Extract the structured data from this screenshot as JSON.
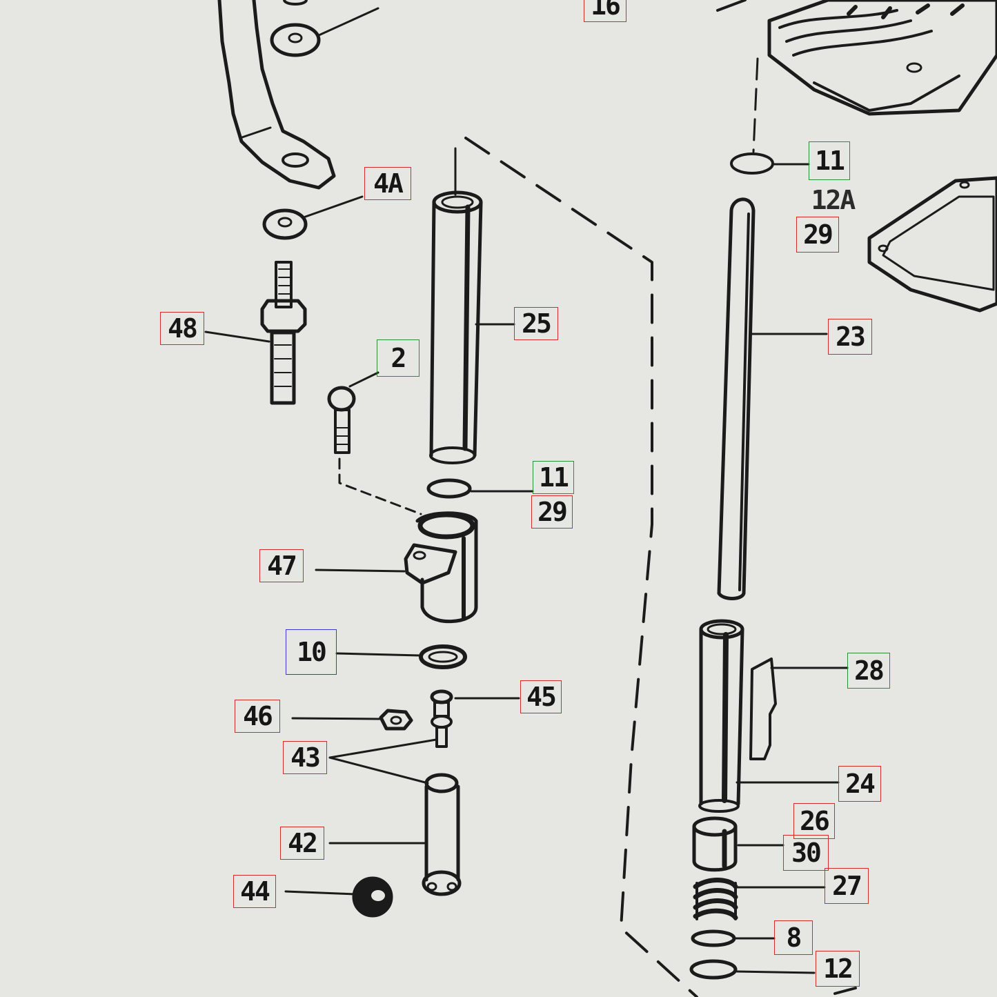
{
  "diagram": {
    "callouts": [
      {
        "id": "c16",
        "label": "16",
        "color": "#d42a2a"
      },
      {
        "id": "c4a",
        "label": "4A",
        "color": "#d42a2a"
      },
      {
        "id": "c48",
        "label": "48",
        "color": "#d42a2a"
      },
      {
        "id": "c2",
        "label": "2",
        "color": "#2f8a3c"
      },
      {
        "id": "c25",
        "label": "25",
        "color": "#d42a2a"
      },
      {
        "id": "c11a",
        "label": "11",
        "color": "#2f8a3c"
      },
      {
        "id": "c29a",
        "label": "29",
        "color": "#d42a2a"
      },
      {
        "id": "c47",
        "label": "47",
        "color": "#d42a2a"
      },
      {
        "id": "c10",
        "label": "10",
        "color": "#3a3ad0"
      },
      {
        "id": "c45",
        "label": "45",
        "color": "#d42a2a"
      },
      {
        "id": "c46",
        "label": "46",
        "color": "#d42a2a"
      },
      {
        "id": "c43",
        "label": "43",
        "color": "#d42a2a"
      },
      {
        "id": "c42",
        "label": "42",
        "color": "#d42a2a"
      },
      {
        "id": "c44",
        "label": "44",
        "color": "#d42a2a"
      },
      {
        "id": "c11b",
        "label": "11",
        "color": "#2f8a3c"
      },
      {
        "id": "c12a",
        "label": "12A",
        "color": "#2f8a3c"
      },
      {
        "id": "c29b",
        "label": "29",
        "color": "#d42a2a"
      },
      {
        "id": "c23",
        "label": "23",
        "color": "#d42a2a"
      },
      {
        "id": "c28",
        "label": "28",
        "color": "#2f8a3c"
      },
      {
        "id": "c24",
        "label": "24",
        "color": "#d42a2a"
      },
      {
        "id": "c26",
        "label": "26",
        "color": "#d42a2a"
      },
      {
        "id": "c30",
        "label": "30",
        "color": "#d42a2a"
      },
      {
        "id": "c27",
        "label": "27",
        "color": "#d42a2a"
      },
      {
        "id": "c8",
        "label": "8",
        "color": "#d42a2a"
      },
      {
        "id": "c12b",
        "label": "12",
        "color": "#d42a2a"
      }
    ]
  }
}
